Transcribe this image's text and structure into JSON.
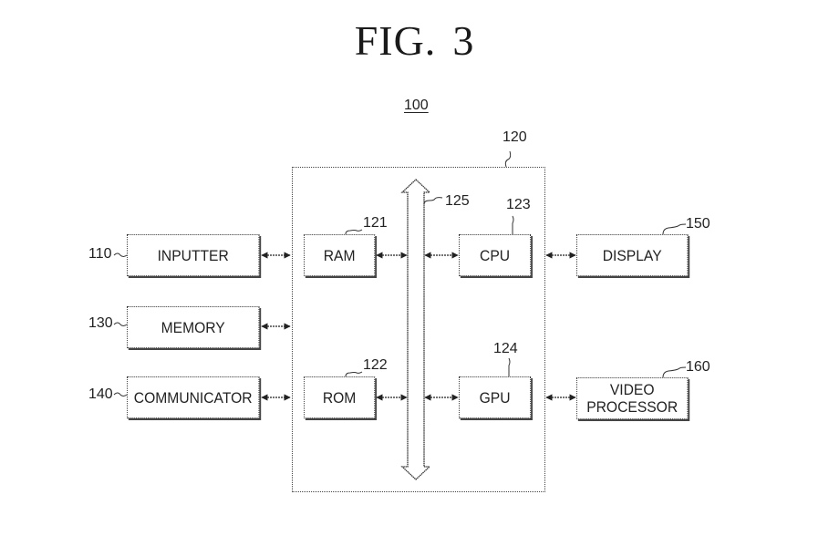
{
  "figure": {
    "title_prefix": "FIG.",
    "title_number": "3",
    "device_ref": "100"
  },
  "controller": {
    "ref": "120",
    "bus_ref": "125"
  },
  "blocks": {
    "inputter": {
      "label": "INPUTTER",
      "ref": "110"
    },
    "memory": {
      "label": "MEMORY",
      "ref": "130"
    },
    "communicator": {
      "label": "COMMUNICATOR",
      "ref": "140"
    },
    "ram": {
      "label": "RAM",
      "ref": "121"
    },
    "rom": {
      "label": "ROM",
      "ref": "122"
    },
    "cpu": {
      "label": "CPU",
      "ref": "123"
    },
    "gpu": {
      "label": "GPU",
      "ref": "124"
    },
    "display": {
      "label": "DISPLAY",
      "ref": "150"
    },
    "video_processor": {
      "label_line1": "VIDEO",
      "label_line2": "PROCESSOR",
      "ref": "160"
    }
  },
  "connections": [
    {
      "from": "inputter",
      "to": "controller",
      "type": "bidirectional"
    },
    {
      "from": "memory",
      "to": "controller",
      "type": "bidirectional"
    },
    {
      "from": "communicator",
      "to": "controller",
      "type": "bidirectional"
    },
    {
      "from": "ram",
      "to": "bus",
      "type": "bidirectional"
    },
    {
      "from": "rom",
      "to": "bus",
      "type": "bidirectional"
    },
    {
      "from": "bus",
      "to": "cpu",
      "type": "bidirectional"
    },
    {
      "from": "bus",
      "to": "gpu",
      "type": "bidirectional"
    },
    {
      "from": "controller",
      "to": "display",
      "type": "bidirectional"
    },
    {
      "from": "controller",
      "to": "video_processor",
      "type": "bidirectional"
    }
  ]
}
